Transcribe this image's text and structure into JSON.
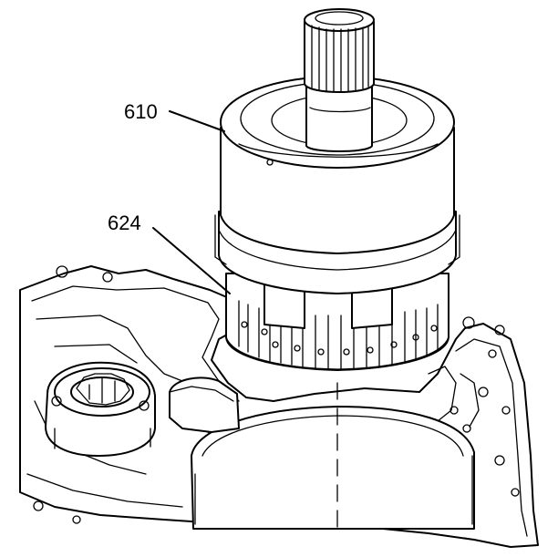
{
  "callouts": [
    {
      "id": "610",
      "label": "610"
    },
    {
      "id": "624",
      "label": "624"
    }
  ]
}
